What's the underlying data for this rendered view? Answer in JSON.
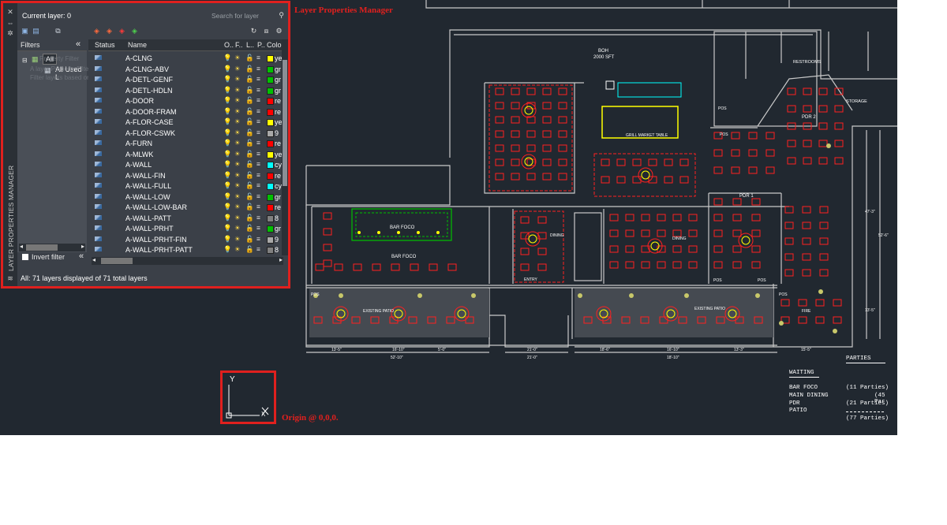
{
  "palette": {
    "side_title": "LAYER PROPERTIES MANAGER",
    "current_layer": "Current layer: 0",
    "search_placeholder": "Search for layer",
    "filters_header": "Filters",
    "collapse_glyph": "«",
    "tree_all": "All",
    "tree_used": "All Used L",
    "ghost_tooltip": [
      "Property Filter",
      "A layer Property Filter, where you ca",
      "Filter layers based on a set of properties of the la"
    ],
    "invert_filter": "Invert filter",
    "columns": [
      "Status",
      "Name",
      "O..",
      "F..",
      "L..",
      "P..",
      "Colo"
    ],
    "layers": [
      {
        "name": "A-CLNG",
        "color": "#ffff00",
        "cname": "ye"
      },
      {
        "name": "A-CLNG-ABV",
        "color": "#00c000",
        "cname": "gr"
      },
      {
        "name": "A-DETL-GENF",
        "color": "#00c000",
        "cname": "gr"
      },
      {
        "name": "A-DETL-HDLN",
        "color": "#00c000",
        "cname": "gr"
      },
      {
        "name": "A-DOOR",
        "color": "#ff0000",
        "cname": "re"
      },
      {
        "name": "A-DOOR-FRAM",
        "color": "#ff0000",
        "cname": "re"
      },
      {
        "name": "A-FLOR-CASE",
        "color": "#ffff00",
        "cname": "ye"
      },
      {
        "name": "A-FLOR-CSWK",
        "color": "#a8a8a8",
        "cname": "9"
      },
      {
        "name": "A-FURN",
        "color": "#ff0000",
        "cname": "re"
      },
      {
        "name": "A-MLWK",
        "color": "#ffff00",
        "cname": "ye"
      },
      {
        "name": "A-WALL",
        "color": "#00ffff",
        "cname": "cy"
      },
      {
        "name": "A-WALL-FIN",
        "color": "#ff0000",
        "cname": "re"
      },
      {
        "name": "A-WALL-FULL",
        "color": "#00ffff",
        "cname": "cy"
      },
      {
        "name": "A-WALL-LOW",
        "color": "#00c000",
        "cname": "gr"
      },
      {
        "name": "A-WALL-LOW-BAR",
        "color": "#ff0000",
        "cname": "re"
      },
      {
        "name": "A-WALL-PATT",
        "color": "#808080",
        "cname": "8"
      },
      {
        "name": "A-WALL-PRHT",
        "color": "#00c000",
        "cname": "gr"
      },
      {
        "name": "A-WALL-PRHT-FIN",
        "color": "#a8a8a8",
        "cname": "9"
      },
      {
        "name": "A-WALL-PRHT-PATT",
        "color": "#808080",
        "cname": "8"
      }
    ],
    "status_text": "All: 71 layers displayed of 71 total layers"
  },
  "annotations": {
    "palette_label": "Layer Properties Manager",
    "origin_label": "Origin @ 0,0,0."
  },
  "ucs_icon": {
    "x_label": "X",
    "y_label": "Y"
  },
  "drawing": {
    "boh": "BOH",
    "boh_area": "2000 SFT",
    "restrooms": "RESTROOMS",
    "storage": "STORAGE",
    "pdr2": "PDR 2",
    "pdr1": "PDR 1",
    "grill_market": "GRILL MARKET TABLE",
    "bar_foco_1": "BAR FOCO",
    "bar_foco_2": "BAR FOCO",
    "dining_1": "DINING",
    "dining_2": "DINING",
    "entry": "ENTRY",
    "patio_1": "EXISTING PATIO",
    "patio_2": "EXISTING PATIO",
    "fire": "FIRE",
    "pos_labels": [
      "POS",
      "POS",
      "POS",
      "POS",
      "POS",
      "POS"
    ],
    "dims_top": [
      "13'-5\"",
      "16'-10\"",
      "5'-0\"",
      "21'-0\"",
      "18'-6\"",
      "16'-10\"",
      "13'-3\"",
      "15'-5\""
    ],
    "dims_bottom": [
      "52'-10\"",
      "21'-0\"",
      "18'-10\""
    ],
    "dims_right": [
      "47'-3\"",
      "52'-6\"",
      "13'-5\""
    ]
  },
  "parties": {
    "title": "PARTIES",
    "waiting": "WAITING",
    "rows": [
      {
        "label": "BAR FOCO",
        "value": "(11 Parties)"
      },
      {
        "label": "MAIN DINING",
        "value": "(45 Par"
      },
      {
        "label": "PDR",
        "value": "(21 Parties)"
      },
      {
        "label": "PATIO",
        "value": ""
      }
    ],
    "total": "(77 Parties)"
  }
}
